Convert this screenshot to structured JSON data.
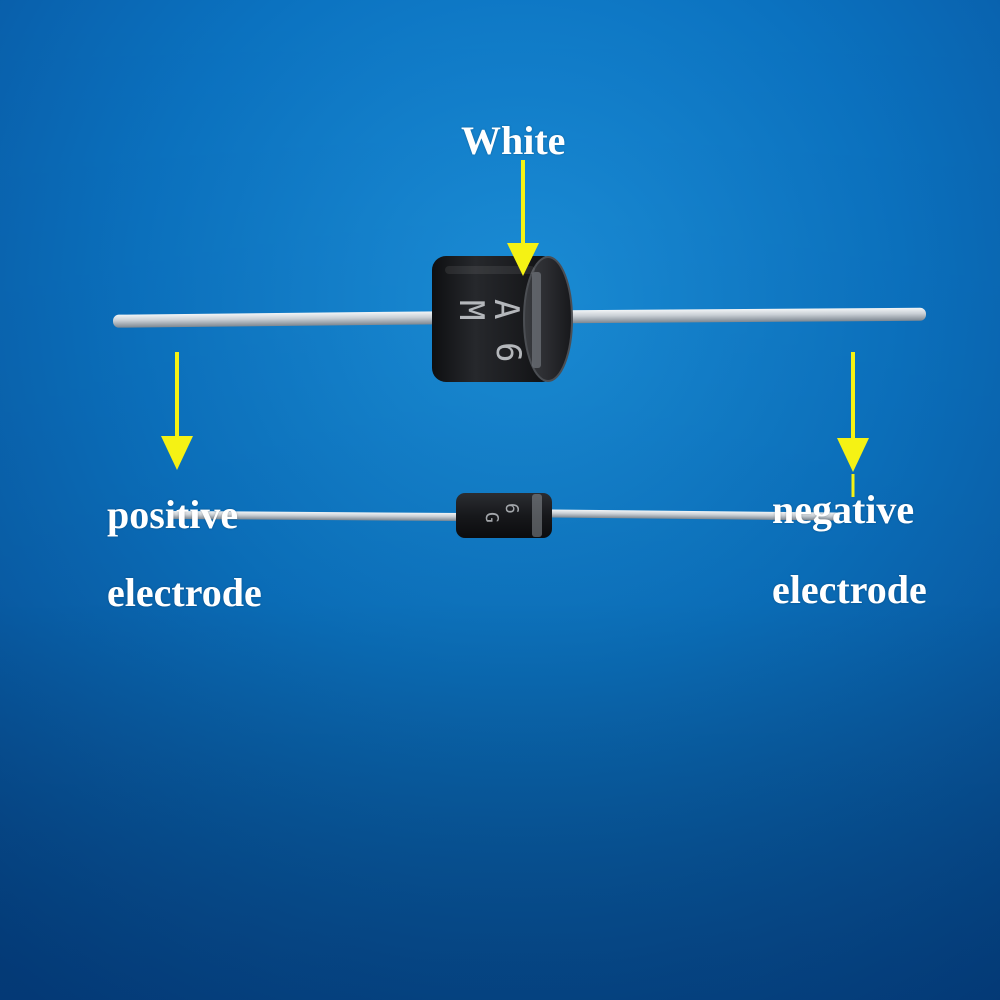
{
  "labels": {
    "white": "White",
    "positive_line1": "positive",
    "positive_line2": "electrode",
    "negative_line1": "negative",
    "negative_line2": "electrode"
  },
  "diode_large_markings": [
    "A",
    "M",
    "6"
  ],
  "diode_small_markings": [
    "6",
    "G"
  ],
  "colors": {
    "background": "#0b72c0",
    "arrow": "#f5f214",
    "label_text": "#ffffff",
    "diode_body": "#1b1c1f",
    "lead": "#d4d8dc"
  }
}
